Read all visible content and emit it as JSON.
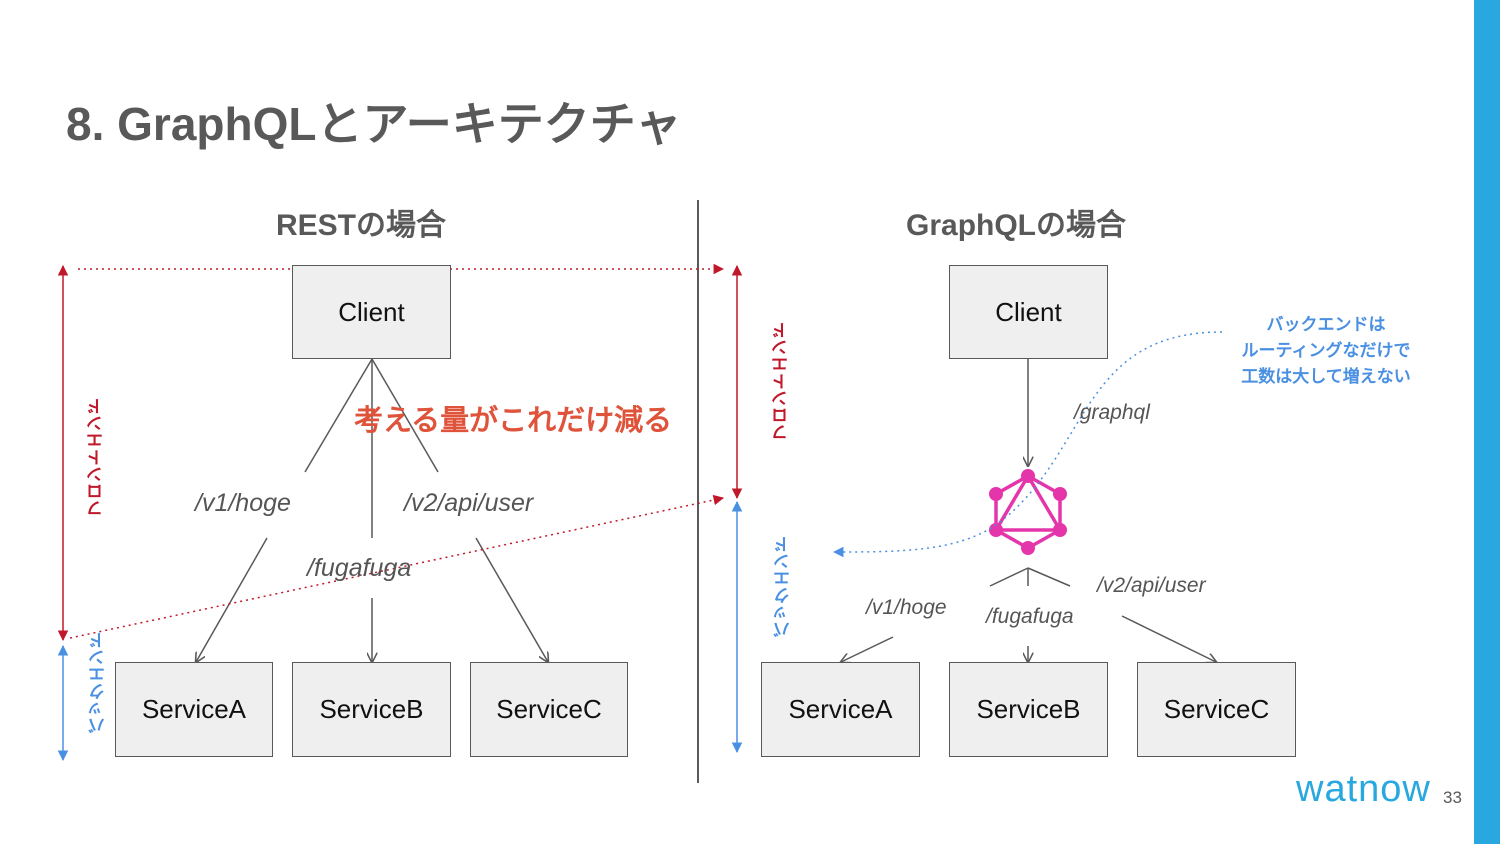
{
  "slide": {
    "title": "8. GraphQLとアーキテクチャ",
    "page_number": "33",
    "logo": "watnow"
  },
  "colors": {
    "accent_bar": "#29a8e0",
    "frontend_red": "#c0182a",
    "backend_blue": "#4a90e2",
    "emphasis": "#e0533b",
    "graphql_pink": "#e535ab"
  },
  "rest": {
    "heading": "RESTの場合",
    "client": "Client",
    "services": [
      "ServiceA",
      "ServiceB",
      "ServiceC"
    ],
    "routes": [
      "/v1/hoge",
      "/fugafuga",
      "/v2/api/user"
    ],
    "frontend_label": "フロントエンド",
    "backend_label": "バックエンド",
    "emphasis_text": "考える量がこれだけ減る"
  },
  "graphql": {
    "heading": "GraphQLの場合",
    "client": "Client",
    "endpoint": "/graphql",
    "logo_icon": "graphql-logo-icon",
    "services": [
      "ServiceA",
      "ServiceB",
      "ServiceC"
    ],
    "routes": [
      "/v1/hoge",
      "/fugafuga",
      "/v2/api/user"
    ],
    "frontend_label": "フロントエンド",
    "backend_label": "バックエンド",
    "note_lines": [
      "バックエンドは",
      "ルーティングなだけで",
      "工数は大して増えない"
    ]
  }
}
